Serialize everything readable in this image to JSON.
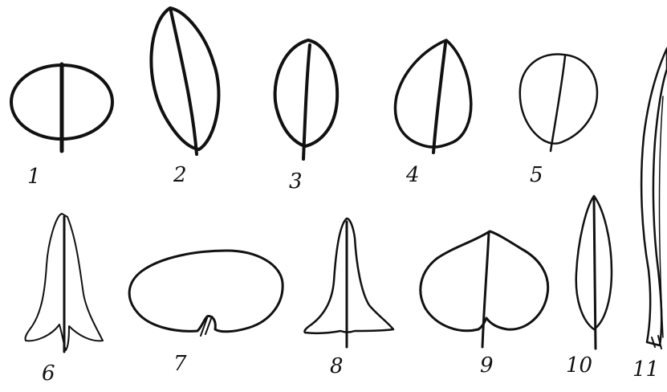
{
  "figure": {
    "labels": [
      "1",
      "2",
      "3",
      "4",
      "5",
      "6",
      "7",
      "8",
      "9",
      "10",
      "11"
    ]
  },
  "colors": {
    "ink": "#111111",
    "background": "#ffffff"
  }
}
